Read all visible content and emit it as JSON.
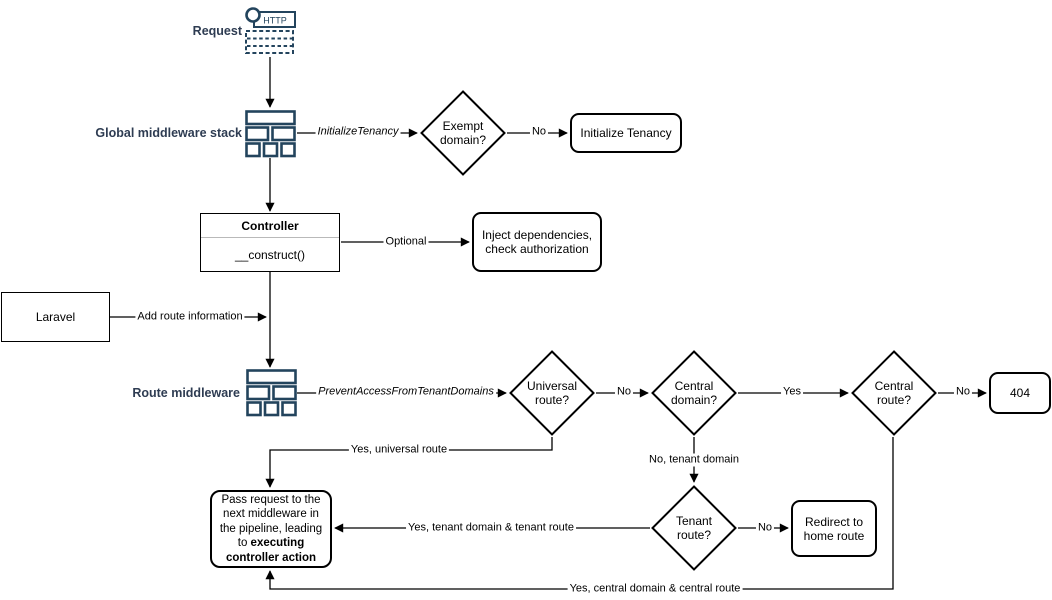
{
  "colors": {
    "navy": "#23445d",
    "label_navy": "#2e3c52",
    "line": "#000000",
    "background": "#ffffff"
  },
  "icons": {
    "http": "HTTP"
  },
  "icon_labels": {
    "request": "Request",
    "global_middleware": "Global middleware stack",
    "route_middleware": "Route middleware"
  },
  "nodes": {
    "exempt_domain": "Exempt domain?",
    "initialize_tenancy": "Initialize Tenancy",
    "controller_title": "Controller",
    "controller_method": "__construct()",
    "inject_dependencies": "Inject dependencies, check authorization",
    "laravel": "Laravel",
    "universal_route": "Universal route?",
    "central_domain": "Central domain?",
    "central_route": "Central route?",
    "not_found": "404",
    "tenant_route": "Tenant route?",
    "redirect_home": "Redirect to home route",
    "pass_request_normal": "Pass request to the next middleware in the pipeline, leading to ",
    "pass_request_bold": "executing controller action"
  },
  "edge_labels": {
    "initialize_tenancy_mw": "InitializeTenancy",
    "no_exempt": "No",
    "optional": "Optional",
    "add_route_information": "Add route information",
    "prevent_access_mw": "PreventAccessFromTenantDomains",
    "no_universal": "No",
    "yes_central_domain": "Yes",
    "no_central_route": "No",
    "yes_universal_route": "Yes, universal route",
    "no_tenant_domain": "No, tenant domain",
    "yes_tenant_route": "Yes, tenant domain & tenant route",
    "no_tenant_route": "No",
    "yes_central_route": "Yes, central domain & central route"
  }
}
